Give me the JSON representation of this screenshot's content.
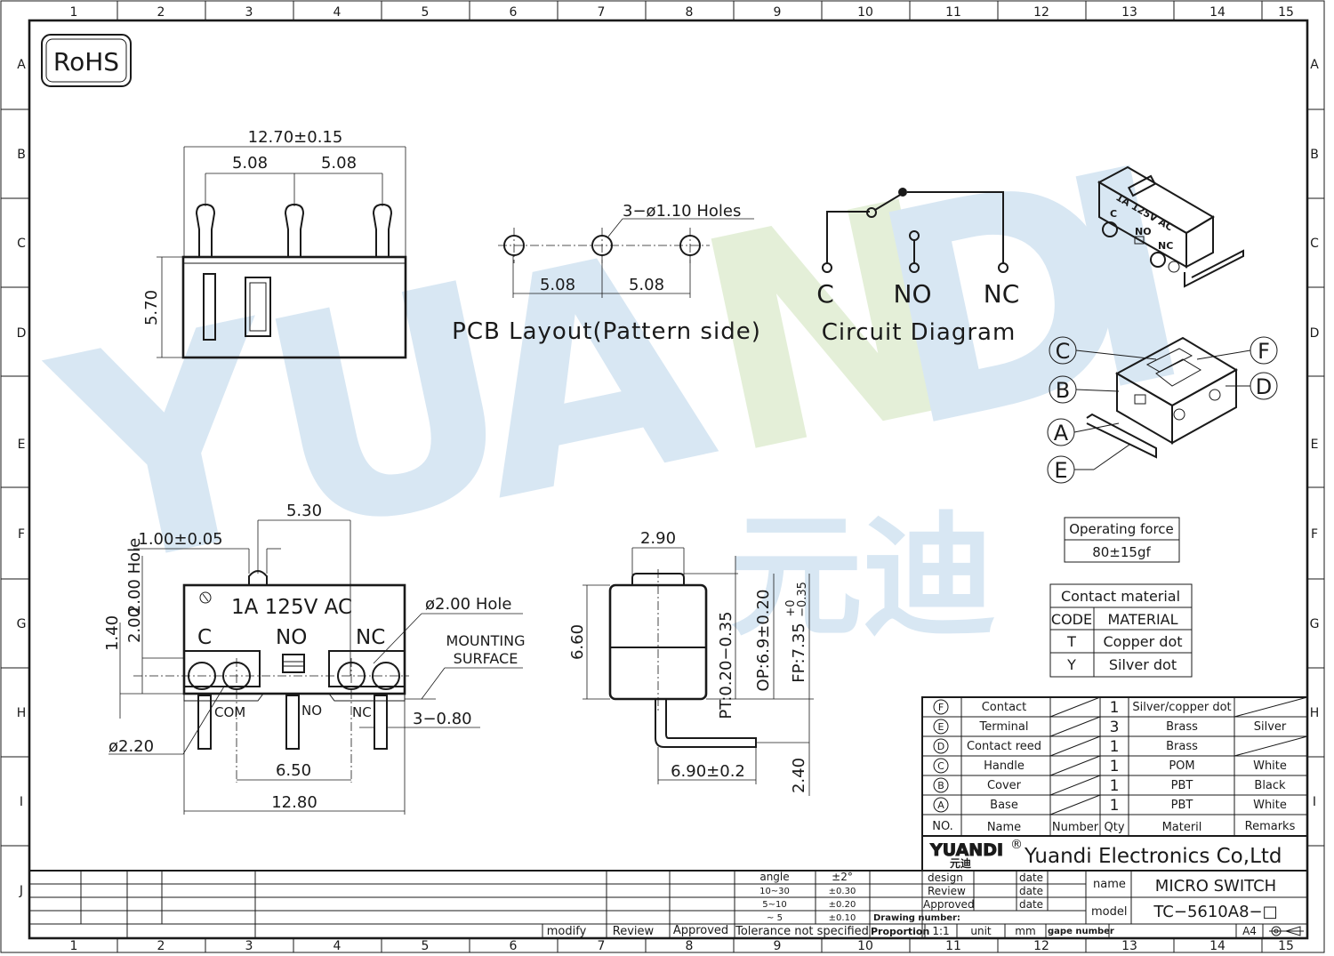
{
  "rohs": "RoHS",
  "grid": {
    "cols": [
      "1",
      "2",
      "3",
      "4",
      "5",
      "6",
      "7",
      "8",
      "9",
      "10",
      "11",
      "12",
      "13",
      "14",
      "15"
    ],
    "rows": [
      "A",
      "B",
      "C",
      "D",
      "E",
      "F",
      "G",
      "H",
      "I",
      "J"
    ]
  },
  "watermark": {
    "letters": [
      "Y",
      "U",
      "A",
      "N",
      "D",
      "I"
    ],
    "cn": "元迪"
  },
  "top_view": {
    "d_total": "12.70±0.15",
    "d_pitch1": "5.08",
    "d_pitch2": "5.08",
    "d_height": "5.70"
  },
  "pcb": {
    "holes_label": "3−ø1.10  Holes",
    "d1": "5.08",
    "d2": "5.08",
    "title": "PCB  Layout(Pattern  side)"
  },
  "circuit": {
    "c": "C",
    "no": "NO",
    "nc": "NC",
    "title": "Circuit  Diagram"
  },
  "callouts": {
    "a": "A",
    "b": "B",
    "c": "C",
    "d": "D",
    "e": "E",
    "f": "F"
  },
  "product": {
    "label1": "1A 125V AC",
    "c": "C",
    "no": "NO",
    "nc": "NC"
  },
  "front_view": {
    "d_530": "5.30",
    "d_100": "1.00±0.05",
    "d_hole": "2.00  Hole",
    "d_140": "1.40",
    "d_200": "2.00",
    "d_phi200": "ø2.00  Hole",
    "mounting1": "MOUNTING",
    "mounting2": "SURFACE",
    "label_rating": "1A 125V AC",
    "c": "C",
    "no": "NO",
    "nc": "NC",
    "com": "COM",
    "no_small": "NO",
    "nc_small": "NC",
    "d_380": "3−0.80",
    "d_phi220": "ø2.20",
    "d_650": "6.50",
    "d_1280": "12.80"
  },
  "side_view": {
    "d_290": "2.90",
    "d_660": "6.60",
    "pt": "PT:0.20−0.35",
    "op": "OP:6.9±0.20",
    "fp": "FP:7.35",
    "fp_tol_up": "+0",
    "fp_tol_dn": "−0.35",
    "d_690": "6.90±0.2",
    "d_240": "2.40"
  },
  "operating_force": {
    "title": "Operating force",
    "value": "80±15gf"
  },
  "contact_material": {
    "title": "Contact  material",
    "header": [
      "CODE",
      "MATERIAL"
    ],
    "rows": [
      [
        "T",
        "Copper  dot"
      ],
      [
        "Y",
        "Silver  dot"
      ]
    ]
  },
  "bom": {
    "rows": [
      {
        "code": "F",
        "name": "Contact",
        "qty": "1",
        "material": "Silver/copper dot",
        "remarks": ""
      },
      {
        "code": "E",
        "name": "Terminal",
        "qty": "3",
        "material": "Brass",
        "remarks": "Silver"
      },
      {
        "code": "D",
        "name": "Contact reed",
        "qty": "1",
        "material": "Brass",
        "remarks": ""
      },
      {
        "code": "C",
        "name": "Handle",
        "qty": "1",
        "material": "POM",
        "remarks": "White"
      },
      {
        "code": "B",
        "name": "Cover",
        "qty": "1",
        "material": "PBT",
        "remarks": "Black"
      },
      {
        "code": "A",
        "name": "Base",
        "qty": "1",
        "material": "PBT",
        "remarks": "White"
      }
    ],
    "header": {
      "no": "NO.",
      "name": "Name",
      "number": "Number",
      "qty": "Qty",
      "material": "Materil",
      "remarks": "Remarks"
    }
  },
  "company": {
    "logo": "YUANDI",
    "logo_cn": "元迪",
    "reg": "®",
    "name": "Yuandi Electronics Co,Ltd"
  },
  "title_block": {
    "design": "design",
    "review": "Review",
    "approved": "Approved",
    "date": "date",
    "drawing_number": "Drawing number:",
    "name_label": "name",
    "name_value": "MICRO  SWITCH",
    "model_label": "model",
    "model_value": "TC−5610A8−□",
    "proportion": "Proportion",
    "proportion_value": "1:1",
    "unit": "unit",
    "unit_value": "mm",
    "gape_number": "gape number",
    "sheet": "A4"
  },
  "tolerance": {
    "rows": [
      [
        "angle",
        "±2°"
      ],
      [
        "10~30",
        "±0.30"
      ],
      [
        "5~10",
        "±0.20"
      ],
      [
        "~ 5",
        "±0.10"
      ]
    ],
    "footer": "Tolerance  not  specified"
  },
  "revision": {
    "modify": "modify",
    "review": "Review",
    "approved": "Approved"
  }
}
